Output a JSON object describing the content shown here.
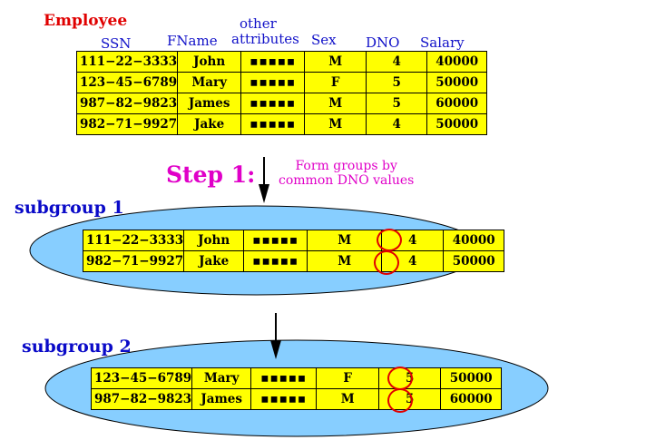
{
  "employee": {
    "title": "Employee",
    "headers": {
      "ssn": "SSN",
      "fname": "FName",
      "other_line1": "other",
      "other_line2": "attributes",
      "sex": "Sex",
      "dno": "DNO",
      "salary": "Salary"
    },
    "rows": [
      {
        "ssn": "111−22−3333",
        "fname": "John",
        "other": "▪▪▪▪▪",
        "sex": "M",
        "dno": "4",
        "salary": "40000"
      },
      {
        "ssn": "123−45−6789",
        "fname": "Mary",
        "other": "▪▪▪▪▪",
        "sex": "F",
        "dno": "5",
        "salary": "50000"
      },
      {
        "ssn": "987−82−9823",
        "fname": "James",
        "other": "▪▪▪▪▪",
        "sex": "M",
        "dno": "5",
        "salary": "60000"
      },
      {
        "ssn": "982−71−9927",
        "fname": "Jake",
        "other": "▪▪▪▪▪",
        "sex": "M",
        "dno": "4",
        "salary": "50000"
      }
    ]
  },
  "step": {
    "label": "Step 1:",
    "desc_line1": "Form groups by",
    "desc_line2": "common DNO values"
  },
  "subgroup1": {
    "label": "subgroup 1",
    "rows": [
      {
        "ssn": "111−22−3333",
        "fname": "John",
        "other": "▪▪▪▪▪",
        "sex": "M",
        "dno": "4",
        "salary": "40000"
      },
      {
        "ssn": "982−71−9927",
        "fname": "Jake",
        "other": "▪▪▪▪▪",
        "sex": "M",
        "dno": "4",
        "salary": "50000"
      }
    ]
  },
  "subgroup2": {
    "label": "subgroup 2",
    "rows": [
      {
        "ssn": "123−45−6789",
        "fname": "Mary",
        "other": "▪▪▪▪▪",
        "sex": "F",
        "dno": "5",
        "salary": "50000"
      },
      {
        "ssn": "987−82−9823",
        "fname": "James",
        "other": "▪▪▪▪▪",
        "sex": "M",
        "dno": "5",
        "salary": "60000"
      }
    ]
  },
  "colors": {
    "table_fill": "#ffff00",
    "ellipse_fill": "#87ceff",
    "header_text": "#1010c8",
    "title_red": "#e00000",
    "step_magenta": "#e000c8",
    "circle_red": "#e00000"
  }
}
